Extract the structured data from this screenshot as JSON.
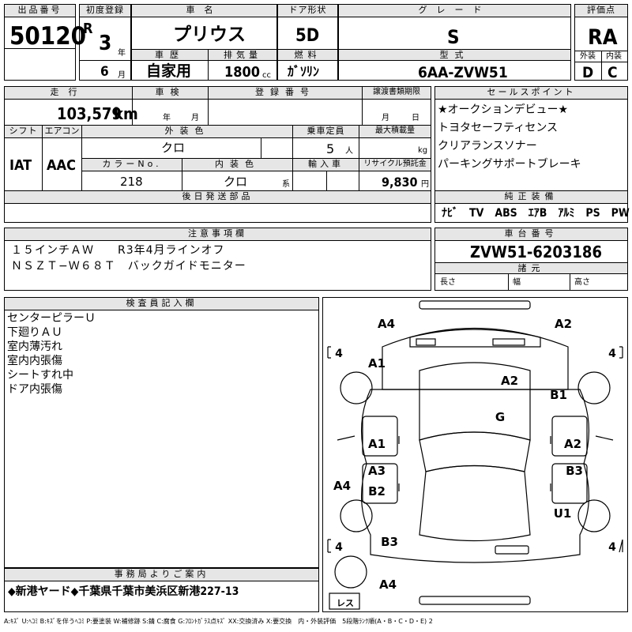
{
  "lot": {
    "label": "出品番号",
    "value": "50120"
  },
  "first_reg": {
    "label": "初度登録",
    "era": "R",
    "year": "3",
    "year_unit": "年",
    "month": "6",
    "month_unit": "月"
  },
  "car_name": {
    "label": "車名",
    "value": "プリウス"
  },
  "doors": {
    "label": "ドア形状",
    "value": "5D"
  },
  "grade": {
    "label": "グレード",
    "value": "S"
  },
  "score": {
    "label": "評価点",
    "value": "RA"
  },
  "history": {
    "label": "車歴",
    "value": "自家用"
  },
  "displacement": {
    "label": "排気量",
    "value": "1800",
    "unit": "cc"
  },
  "fuel": {
    "label": "燃料",
    "value": "ｶﾞｿﾘﾝ"
  },
  "model": {
    "label": "型式",
    "value": "6AA-ZVW51"
  },
  "exterior_grade": {
    "label": "外装",
    "value": "D"
  },
  "interior_grade": {
    "label": "内装",
    "value": "C"
  },
  "mileage": {
    "label": "走行",
    "value": "103,579",
    "unit": "km"
  },
  "inspection": {
    "label": "車検",
    "year_unit": "年",
    "month_unit": "月"
  },
  "reg_number": {
    "label": "登録番号"
  },
  "transfer_deadline": {
    "label": "譲渡書類期限",
    "month_unit": "月",
    "day_unit": "日"
  },
  "sales_points": {
    "label": "セールスポイント",
    "lines": [
      "★オークションデビュー★",
      "トヨタセーフティセンス",
      "クリアランスソナー",
      "パーキングサポートブレーキ"
    ]
  },
  "shift": {
    "label": "シフト",
    "value": "IAT"
  },
  "aircon": {
    "label": "エアコン",
    "value": "AAC"
  },
  "exterior_color": {
    "label": "外装色",
    "value": "クロ"
  },
  "capacity": {
    "label": "乗車定員",
    "value": "5",
    "unit": "人"
  },
  "max_load": {
    "label": "最大積載量",
    "unit": "kg"
  },
  "color_no": {
    "label": "カラーNo.",
    "value": "218"
  },
  "interior_color": {
    "label": "内装色",
    "value": "クロ",
    "unit": "系"
  },
  "import": {
    "label": "輸入車"
  },
  "recycle": {
    "label": "リサイクル預託金",
    "value": "9,830",
    "unit": "円"
  },
  "later_parts": {
    "label": "後日発送部品"
  },
  "genuine_equipment": {
    "label": "純正装備",
    "value": "ﾅﾋﾞ　TV　ABS　ｴｱB　ｱﾙﾐ　PS　PW"
  },
  "notes": {
    "label": "注意事項欄",
    "lines": [
      "１５インチＡＷ　　R3年4月ラインオフ",
      "ＮＳＺＴ−Ｗ６８Ｔ　バックガイドモニター"
    ]
  },
  "chassis": {
    "label": "車台番号",
    "value": "ZVW51-6203186"
  },
  "specs": {
    "label": "諸元",
    "length": "長さ",
    "width": "幅",
    "height": "高さ"
  },
  "inspector": {
    "label": "検査員記入欄",
    "lines": [
      "センターピラーＵ",
      "下廻りＡＵ",
      "室内薄汚れ",
      "室内内張傷",
      "シートすれ中",
      "ドア内張傷"
    ]
  },
  "office": {
    "label": "事務局よりご案内",
    "value": "◆新港ヤード◆千葉県千葉市美浜区新港227-13"
  },
  "legend": "A:ｷｽﾞ U:ﾍｺﾐ B:ｷｽﾞを伴うﾍｺﾐ P:要塗装 W:補修跡 S:錆 C:腐食 G:ﾌﾛﾝﾄｶﾞﾗｽ点ｷｽﾞ XX:交換済み X:要交換　内・外装評価　5段階ﾗﾝｸ順(A・B・C・D・E) 2",
  "diagram": {
    "tyre_depth": [
      "4",
      "4",
      "4",
      "4"
    ],
    "spare_label": "レス",
    "marks": [
      "A4",
      "A2",
      "A1",
      "A2",
      "B1",
      "G",
      "A1",
      "A2",
      "A3",
      "B3",
      "B2",
      "A4",
      "U1",
      "B3",
      "A4"
    ]
  }
}
